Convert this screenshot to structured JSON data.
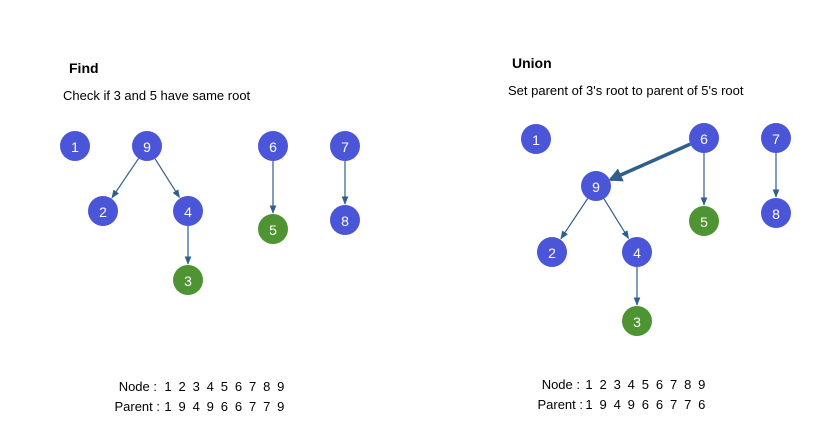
{
  "colors": {
    "node_blue": "#4b55d8",
    "node_green": "#4e9432",
    "edge": "#2f5f8a",
    "union_edge": "#2f5f8a"
  },
  "find": {
    "title": "Find",
    "subtitle": "Check if 3 and 5 have same root",
    "nodes": [
      {
        "id": "1",
        "color": "blue"
      },
      {
        "id": "9",
        "color": "blue"
      },
      {
        "id": "2",
        "color": "blue"
      },
      {
        "id": "4",
        "color": "blue"
      },
      {
        "id": "3",
        "color": "green"
      },
      {
        "id": "6",
        "color": "blue"
      },
      {
        "id": "5",
        "color": "green"
      },
      {
        "id": "7",
        "color": "blue"
      },
      {
        "id": "8",
        "color": "blue"
      }
    ],
    "edges": [
      {
        "from": "9",
        "to": "2"
      },
      {
        "from": "9",
        "to": "4"
      },
      {
        "from": "4",
        "to": "3"
      },
      {
        "from": "6",
        "to": "5"
      },
      {
        "from": "7",
        "to": "8"
      }
    ],
    "table": {
      "node_label": "Node :",
      "node_values": [
        "1",
        "2",
        "3",
        "4",
        "5",
        "6",
        "7",
        "8",
        "9"
      ],
      "parent_label": "Parent :",
      "parent_values": [
        "1",
        "9",
        "4",
        "9",
        "6",
        "6",
        "7",
        "7",
        "9"
      ]
    }
  },
  "union": {
    "title": "Union",
    "subtitle": "Set parent of 3's root to parent of 5's root",
    "nodes": [
      {
        "id": "1",
        "color": "blue"
      },
      {
        "id": "6",
        "color": "blue"
      },
      {
        "id": "7",
        "color": "blue"
      },
      {
        "id": "9",
        "color": "blue"
      },
      {
        "id": "5",
        "color": "green"
      },
      {
        "id": "8",
        "color": "blue"
      },
      {
        "id": "2",
        "color": "blue"
      },
      {
        "id": "4",
        "color": "blue"
      },
      {
        "id": "3",
        "color": "green"
      }
    ],
    "edges": [
      {
        "from": "6",
        "to": "9",
        "highlight": true
      },
      {
        "from": "6",
        "to": "5"
      },
      {
        "from": "7",
        "to": "8"
      },
      {
        "from": "9",
        "to": "2"
      },
      {
        "from": "9",
        "to": "4"
      },
      {
        "from": "4",
        "to": "3"
      }
    ],
    "table": {
      "node_label": "Node :",
      "node_values": [
        "1",
        "2",
        "3",
        "4",
        "5",
        "6",
        "7",
        "8",
        "9"
      ],
      "parent_label": "Parent :",
      "parent_values": [
        "1",
        "9",
        "4",
        "9",
        "6",
        "6",
        "7",
        "7",
        "6"
      ]
    }
  }
}
